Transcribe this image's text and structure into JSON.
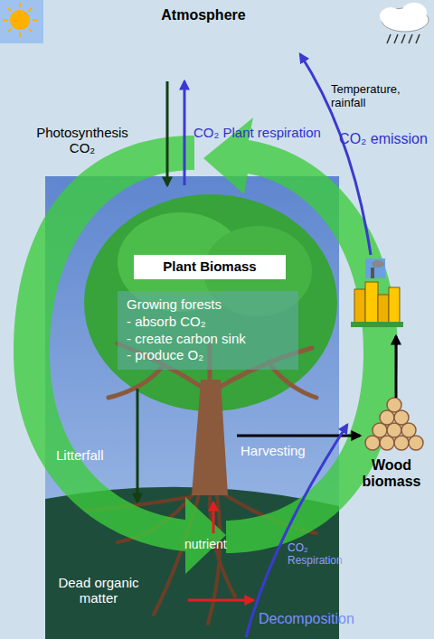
{
  "diagram": {
    "nodes": [
      {
        "text": [
          "Plant Biomass"
        ]
      },
      {
        "text": [
          "Growing forests",
          "- absorb CO₂",
          "- create carbon sink",
          "- produce O₂"
        ]
      }
    ],
    "labels": [
      "Atmosphere",
      "Photosynthesis CO₂",
      "CO₂ Plant respiration",
      "Temperature, rainfall",
      "CO₂ emission",
      "Litterfall",
      "Harvesting",
      "Wood biomass",
      "nutrient",
      "CO₂ Respiration",
      "Dead organic matter",
      "Decomposition"
    ]
  }
}
